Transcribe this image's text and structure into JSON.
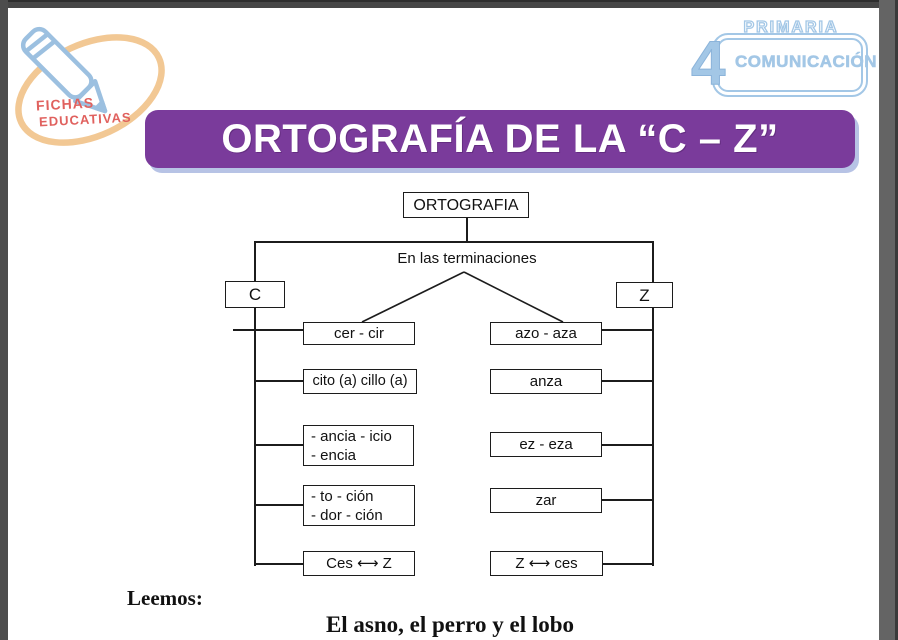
{
  "brand": {
    "line1": "FICHAS",
    "line2": "EDUCATIVAS"
  },
  "badge": {
    "grade": "4",
    "level": "PRIMARIA",
    "subject": "COMUNICACIÓN"
  },
  "banner": {
    "title": "ORTOGRAFÍA DE LA “C – Z”"
  },
  "diagram": {
    "root": "ORTOGRAFIA",
    "condition": "En las terminaciones",
    "left": {
      "header": "C",
      "items": [
        {
          "line1": "cer - cir"
        },
        {
          "line1": "cito (a) cillo (a)"
        },
        {
          "line1": "- ancia - icio",
          "line2": "- encia"
        },
        {
          "line1": "- to - ción",
          "line2": "- dor - ción"
        },
        {
          "line1": "Ces ⟷ Z"
        }
      ]
    },
    "right": {
      "header": "Z",
      "items": [
        {
          "line1": "azo - aza"
        },
        {
          "line1": "anza"
        },
        {
          "line1": "ez - eza"
        },
        {
          "line1": "zar"
        },
        {
          "line1": "Z ⟷ ces"
        }
      ]
    }
  },
  "footer": {
    "label": "Leemos:",
    "reading_title": "El asno, el perro y el lobo"
  },
  "colors": {
    "banner_purple": "#7a3b9b",
    "banner_shadow": "#b7c3e5",
    "badge_blue": "#a3c7e6",
    "logo_orange": "#f2c894",
    "logo_red": "#e0615e",
    "line_black": "#1c1c1c",
    "frame_gray": "#565656"
  }
}
